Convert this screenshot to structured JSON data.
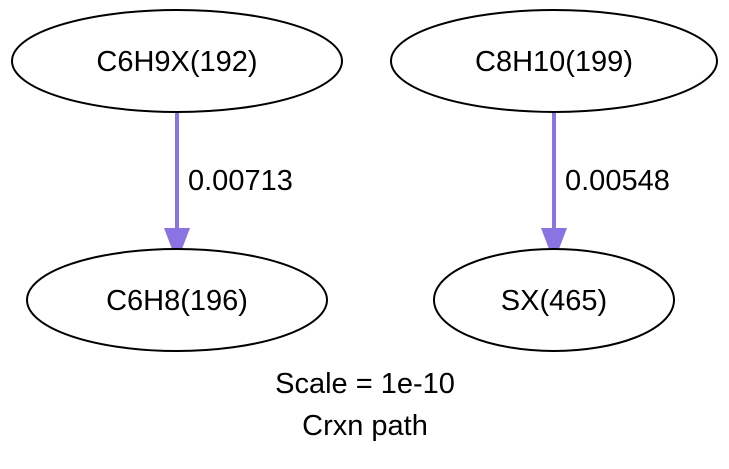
{
  "diagram": {
    "type": "directed-graph",
    "nodes": [
      {
        "id": "n192",
        "label": "C6H9X(192)"
      },
      {
        "id": "n199",
        "label": "C8H10(199)"
      },
      {
        "id": "n196",
        "label": "C6H8(196)"
      },
      {
        "id": "n465",
        "label": "SX(465)"
      }
    ],
    "edges": [
      {
        "from": "n192",
        "to": "n196",
        "label": "0.00713"
      },
      {
        "from": "n199",
        "to": "n465",
        "label": "0.00548"
      }
    ],
    "edge_color": "#8a73e2",
    "caption_scale": "Scale = 1e-10",
    "caption_title": "Crxn path"
  }
}
